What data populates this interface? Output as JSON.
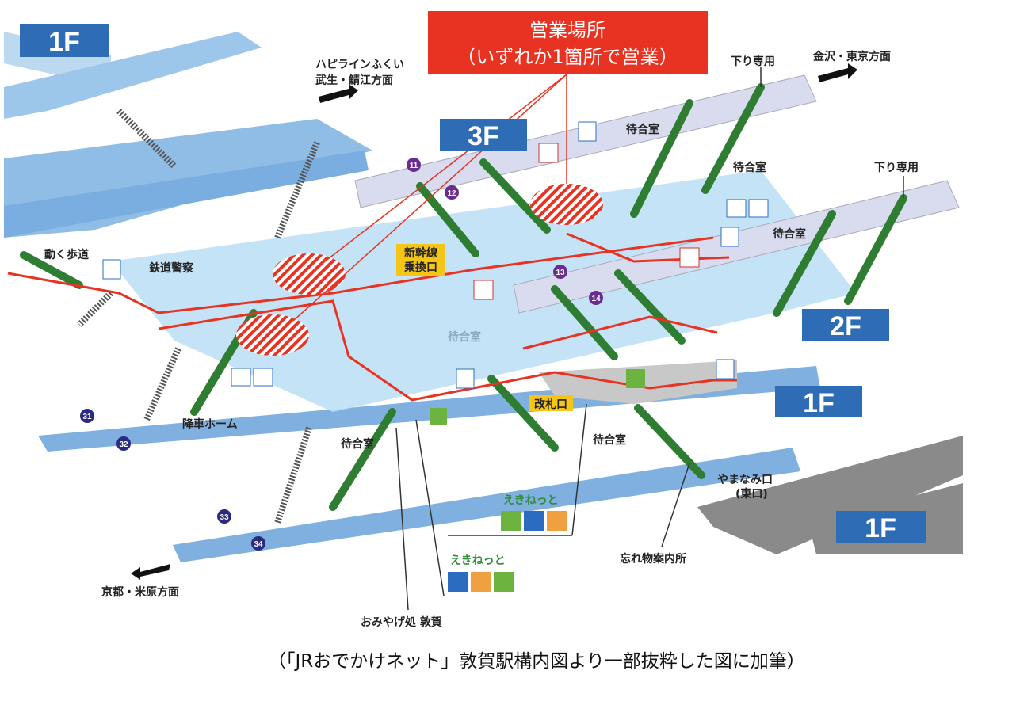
{
  "callout": {
    "title": "営業場所",
    "subtitle": "（いずれか1箇所で営業）",
    "color": "#e83323"
  },
  "floors": {
    "top_left": "1F",
    "f3": "3F",
    "f2": "2F",
    "f1_right": "1F",
    "f1_bottom": "1F"
  },
  "directions": {
    "hapiline_1": "ハピラインふくい",
    "hapiline_2": "武生・鯖江方面",
    "kanazawa": "金沢・東京方面",
    "kyoto": "京都・米原方面"
  },
  "labels": {
    "down_only_1": "下り専用",
    "down_only_2": "下り専用",
    "waiting_1": "待合室",
    "waiting_2": "待合室",
    "waiting_3": "待合室",
    "waiting_4": "待合室",
    "waiting_5": "待合室",
    "waiting_6": "待合室",
    "moving_walkway": "動く歩道",
    "railway_police": "鉄道警察",
    "shinkansen_1": "新幹線",
    "shinkansen_2": "乗換口",
    "arrival_platform": "降車ホーム",
    "ticket_gate": "改札口",
    "yamanami_1": "やまなみ口",
    "yamanami_2": "(東口)",
    "lost_found": "忘れ物案内所",
    "ekinet_1": "えきねっと",
    "ekinet_2": "えきねっと",
    "omiyage": "おみやげ処 敦賀"
  },
  "platform_numbers": [
    "11",
    "12",
    "13",
    "14",
    "31",
    "32",
    "33",
    "34"
  ],
  "caption": "（「JRおでかけネット」敦賀駅構内図より一部抜粋した図に加筆）",
  "colors": {
    "floor_badge": "#2e6db5",
    "route": "#e83323",
    "platform": "#7fb0e0",
    "concourse": "#bfe0f5",
    "upper": "#d9dcef"
  }
}
